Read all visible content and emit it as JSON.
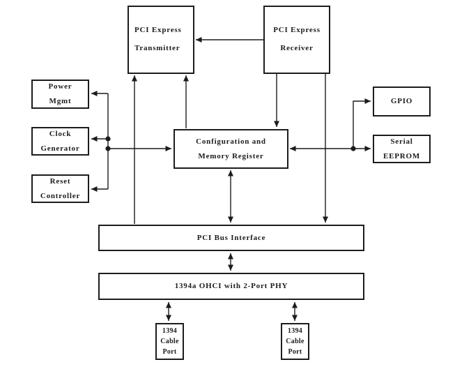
{
  "colors": {
    "background": "#ffffff",
    "line": "#1c1c1c",
    "text": "#1c1c1c"
  },
  "blocks": {
    "pci_express_transmitter": "PCI Express\nTransmitter",
    "pci_express_receiver": "PCI Express\nReceiver",
    "power_mgmt": "Power\nMgmt",
    "clock_generator": "Clock\nGenerator",
    "reset_controller": "Reset\nController",
    "config_memory_register": "Configuration and\nMemory Register",
    "gpio": "GPIO",
    "serial_eeprom": "Serial\nEEPROM",
    "pci_bus_interface": "PCI Bus Interface",
    "ohci_phy": "1394a OHCI with 2-Port PHY",
    "cable_port_1": "1394\nCable\nPort",
    "cable_port_2": "1394\nCable\nPort"
  },
  "connections": [
    {
      "from": "pci_express_receiver",
      "to": "pci_express_transmitter",
      "direction": "one-way"
    },
    {
      "from": "pci_bus_interface",
      "to": "pci_express_transmitter",
      "direction": "one-way"
    },
    {
      "from": "config_memory_register",
      "to": "pci_express_transmitter",
      "direction": "one-way"
    },
    {
      "from": "pci_express_receiver",
      "to": "config_memory_register",
      "direction": "one-way"
    },
    {
      "from": "pci_express_receiver",
      "to": "pci_bus_interface",
      "direction": "one-way"
    },
    {
      "from": "config_memory_register",
      "to": "power_mgmt",
      "direction": "one-way"
    },
    {
      "from": "config_memory_register",
      "to": "clock_generator",
      "direction": "one-way"
    },
    {
      "from": "config_memory_register",
      "to": "reset_controller",
      "direction": "one-way"
    },
    {
      "from": "config_memory_register",
      "to": "gpio",
      "direction": "one-way"
    },
    {
      "from": "config_memory_register",
      "to": "serial_eeprom",
      "direction": "two-way"
    },
    {
      "from": "config_memory_register",
      "to": "pci_bus_interface",
      "direction": "two-way"
    },
    {
      "from": "pci_bus_interface",
      "to": "ohci_phy",
      "direction": "two-way"
    },
    {
      "from": "ohci_phy",
      "to": "cable_port_1",
      "direction": "two-way"
    },
    {
      "from": "ohci_phy",
      "to": "cable_port_2",
      "direction": "two-way"
    }
  ]
}
